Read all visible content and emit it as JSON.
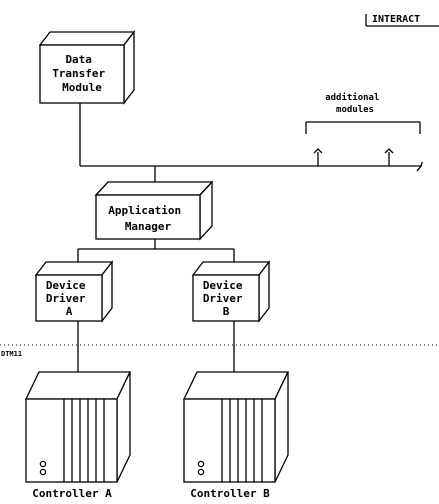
{
  "header_tag": "INTERACT",
  "modules": {
    "data_transfer": [
      "Data",
      "Transfer",
      "Module"
    ],
    "application_manager": [
      "Application",
      "Manager"
    ],
    "device_driver_a": [
      "Device",
      "Driver",
      "A"
    ],
    "device_driver_b": [
      "Device",
      "Driver",
      "B"
    ]
  },
  "additional_modules": [
    "additional",
    "modules"
  ],
  "divider_label": "DTM11",
  "controllers": {
    "a": "Controller A",
    "b": "Controller B"
  }
}
